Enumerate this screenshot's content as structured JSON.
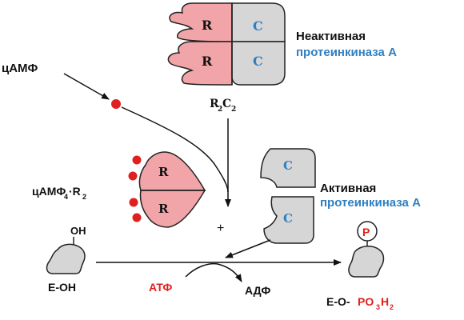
{
  "inactive": {
    "line1": "Неактивная",
    "line2": "протеинкиназа А",
    "formula_main": "R",
    "formula_sub1": "2",
    "formula_c": "C",
    "formula_sub2": "2"
  },
  "active": {
    "line1": "Активная",
    "line2": "протеинкиназа А"
  },
  "camp_label": "цАМФ",
  "camp_complex": {
    "main": "цАМФ",
    "sub1": "4",
    "mid": "·R",
    "sub2": "2"
  },
  "subunit_r": "R",
  "subunit_c": "C",
  "plus": "+",
  "substrate": {
    "oh": "OH",
    "label": "E-OH"
  },
  "atp": "АТФ",
  "adp": "АДФ",
  "product": {
    "p": "P",
    "prefix": "E-O-",
    "group_main": "PO",
    "group_sub1": "3",
    "group_h": "H",
    "group_sub2": "2"
  },
  "colors": {
    "r_subunit": "#f2a5a8",
    "c_subunit": "#d6d6d6",
    "blue_text": "#2f7fc1",
    "red": "#e0201e",
    "black": "#111111"
  }
}
